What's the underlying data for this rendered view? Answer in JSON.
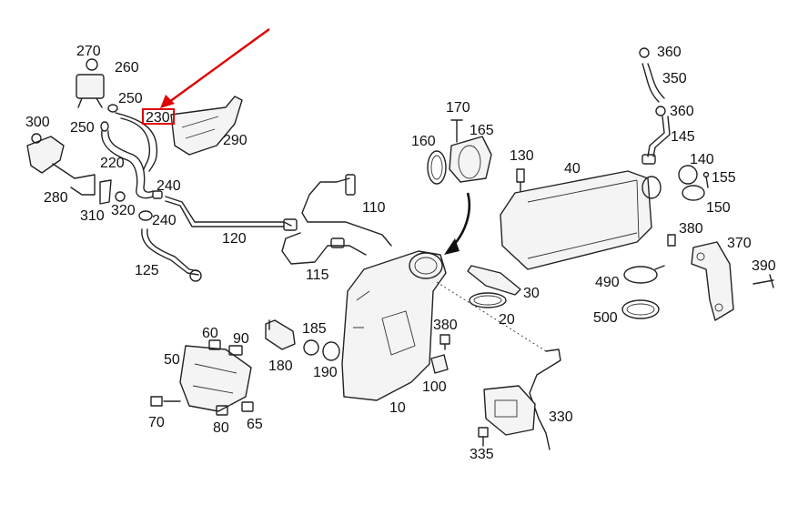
{
  "colors": {
    "line": "#222222",
    "highlight": "#e00000",
    "background": "#ffffff"
  },
  "highlight": {
    "label": "230"
  },
  "callouts": {
    "p10": "10",
    "p20": "20",
    "p30": "30",
    "p40": "40",
    "p50": "50",
    "p60": "60",
    "p65": "65",
    "p70": "70",
    "p80": "80",
    "p90": "90",
    "p100": "100",
    "p110": "110",
    "p115": "115",
    "p120": "120",
    "p125": "125",
    "p130": "130",
    "p140": "140",
    "p145": "145",
    "p150": "150",
    "p155": "155",
    "p160": "160",
    "p165": "165",
    "p170": "170",
    "p180": "180",
    "p185": "185",
    "p190": "190",
    "p220": "220",
    "p240a": "240",
    "p240b": "240",
    "p250a": "250",
    "p250b": "250",
    "p260": "260",
    "p270": "270",
    "p280": "280",
    "p290": "290",
    "p300": "300",
    "p310": "310",
    "p320": "320",
    "p330": "330",
    "p335": "335",
    "p350": "350",
    "p360a": "360",
    "p360b": "360",
    "p370": "370",
    "p380a": "380",
    "p380b": "380",
    "p390": "390",
    "p490": "490",
    "p500": "500"
  }
}
